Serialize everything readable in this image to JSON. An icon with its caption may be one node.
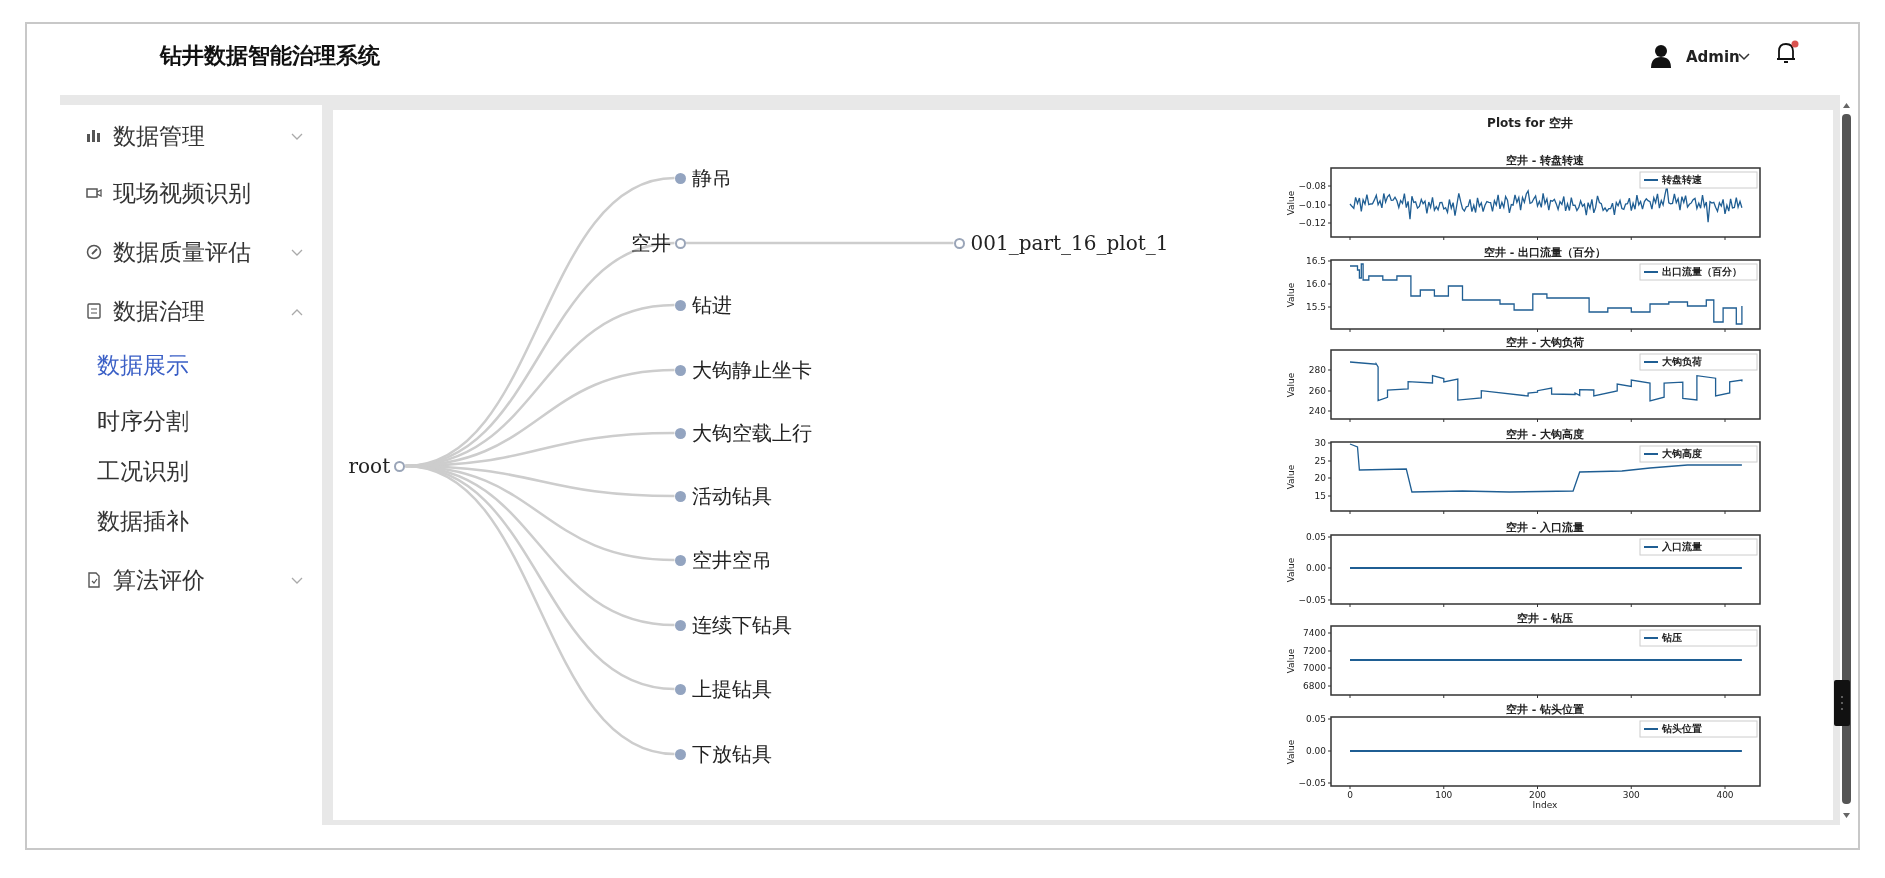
{
  "diagram": {
    "title": "钻井数据智能治理系统",
    "nodes": [
      {
        "text": [
          "root"
        ]
      },
      {
        "text": [
          "静吊"
        ]
      },
      {
        "text": [
          "空井"
        ]
      },
      {
        "text": [
          "001_part_16_plot_1"
        ]
      },
      {
        "text": [
          "钻进"
        ]
      },
      {
        "text": [
          "大钩静止坐卡"
        ]
      },
      {
        "text": [
          "大钩空载上行"
        ]
      },
      {
        "text": [
          "活动钻具"
        ]
      },
      {
        "text": [
          "空井空吊"
        ]
      },
      {
        "text": [
          "连续下钻具"
        ]
      },
      {
        "text": [
          "上提钻具"
        ]
      },
      {
        "text": [
          "下放钻具"
        ]
      }
    ],
    "edges": [
      {
        "from": 0,
        "to": 1,
        "arrow": "none"
      },
      {
        "from": 0,
        "to": 2,
        "arrow": "none"
      },
      {
        "from": 2,
        "to": 3,
        "arrow": "none"
      },
      {
        "from": 0,
        "to": 4,
        "arrow": "none"
      },
      {
        "from": 0,
        "to": 5,
        "arrow": "none"
      },
      {
        "from": 0,
        "to": 6,
        "arrow": "none"
      },
      {
        "from": 0,
        "to": 7,
        "arrow": "none"
      },
      {
        "from": 0,
        "to": 8,
        "arrow": "none"
      },
      {
        "from": 0,
        "to": 9,
        "arrow": "none"
      },
      {
        "from": 0,
        "to": 10,
        "arrow": "none"
      },
      {
        "from": 0,
        "to": 11,
        "arrow": "none"
      }
    ],
    "labels": [
      "Admin",
      "数据管理",
      "现场视频识别",
      "数据质量评估",
      "数据治理",
      "数据展示",
      "时序分割",
      "工况识别",
      "数据插补",
      "算法评价",
      "Plots for 空井",
      "空井 - 转盘转速",
      "转盘转速",
      "Value",
      "−0.08",
      "−0.10",
      "−0.12",
      "空井 - 出口流量（百分）",
      "出口流量（百分）",
      "Value",
      "16.5",
      "16.0",
      "15.5",
      "空井 - 大钩负荷",
      "大钩负荷",
      "Value",
      "280",
      "260",
      "240",
      "空井 - 大钩高度",
      "大钩高度",
      "Value",
      "30",
      "25",
      "20",
      "15",
      "空井 - 入口流量",
      "入口流量",
      "Value",
      "0.05",
      "0.00",
      "−0.05",
      "空井 - 钻压",
      "钻压",
      "Value",
      "7400",
      "7200",
      "7000",
      "6800",
      "空井 - 钻头位置",
      "钻头位置",
      "Value",
      "0.05",
      "0.00",
      "−0.05",
      "0",
      "100",
      "200",
      "300",
      "400",
      "Index"
    ]
  }
}
